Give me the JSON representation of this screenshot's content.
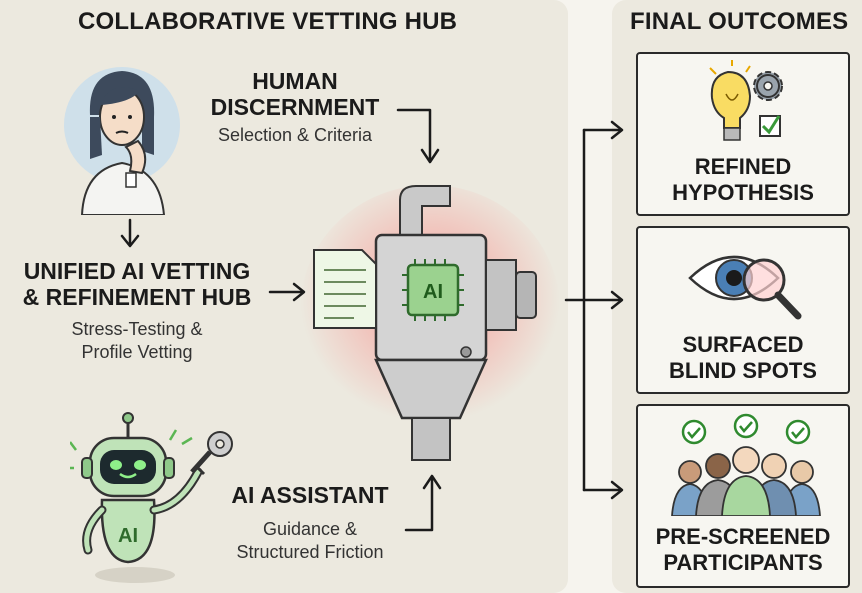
{
  "hub": {
    "title": "COLLABORATIVE VETTING HUB",
    "human": {
      "title_line1": "HUMAN",
      "title_line2": "DISCERNMENT",
      "subtitle": "Selection & Criteria"
    },
    "unified": {
      "title_line1": "UNIFIED AI VETTING",
      "title_line2": "& REFINEMENT HUB",
      "subtitle_line1": "Stress-Testing &",
      "subtitle_line2": "Profile Vetting"
    },
    "assistant": {
      "title": "AI ASSISTANT",
      "subtitle_line1": "Guidance &",
      "subtitle_line2": "Structured Friction"
    },
    "machine_chip_label": "AI",
    "robot_chest_label": "AI"
  },
  "outcomes": {
    "title": "FINAL OUTCOMES",
    "cards": [
      {
        "line1": "REFINED",
        "line2": "HYPOTHESIS"
      },
      {
        "line1": "SURFACED",
        "line2": "BLIND SPOTS"
      },
      {
        "line1": "PRE-SCREENED",
        "line2": "PARTICIPANTS"
      }
    ]
  },
  "colors": {
    "panel": "#ece9df",
    "accent_green": "#8fc98a",
    "glow_red": "#ff5a5a",
    "metal": "#c9c9c9",
    "ink": "#1b1b1b"
  },
  "icons": [
    "person-thinking-icon",
    "robot-icon",
    "key-icon",
    "document-icon",
    "ai-chip-icon",
    "funnel-machine-icon",
    "lightbulb-icon",
    "gear-icon",
    "checkbox-icon",
    "eye-icon",
    "magnifier-icon",
    "people-group-icon",
    "check-circle-icon"
  ]
}
